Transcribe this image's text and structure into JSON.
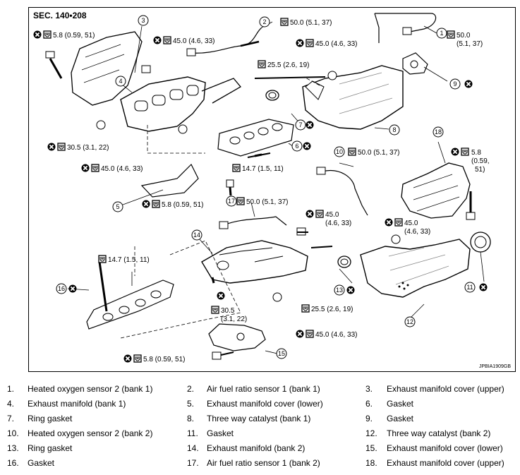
{
  "header": {
    "section": "SEC. 140•208"
  },
  "ref_code": "JPBIA1909GB",
  "torques": {
    "t1": "5.8 (0.59, 51)",
    "t2": "45.0 (4.6, 33)",
    "t3": "50.0 (5.1, 37)",
    "t4": "45.0 (4.6, 33)",
    "t5": "25.5 (2.6, 19)",
    "t6": "50.0",
    "t6b": "(5.1, 37)",
    "t7": "30.5 (3.1, 22)",
    "t8": "45.0 (4.6, 33)",
    "t9": "14.7 (1.5, 11)",
    "t10": "5.8 (0.59, 51)",
    "t11": "50.0 (5.1, 37)",
    "t12": "5.8",
    "t12b": "(0.59,",
    "t12c": "51)",
    "t13": "50.0 (5.1, 37)",
    "t14": "45.0",
    "t14b": "(4.6, 33)",
    "t15": "45.0",
    "t15b": "(4.6, 33)",
    "t16": "14.7 (1.5, 11)",
    "t17": "30.5",
    "t17b": "(3.1, 22)",
    "t18": "25.5 (2.6, 19)",
    "t19": "45.0 (4.6, 33)",
    "t20": "5.8 (0.59, 51)"
  },
  "callouts": [
    "1",
    "2",
    "3",
    "4",
    "5",
    "6",
    "7",
    "8",
    "9",
    "10",
    "11",
    "12",
    "13",
    "14",
    "15",
    "16",
    "17",
    "18"
  ],
  "legend": [
    {
      "no": "1.",
      "text": "Heated oxygen sensor 2 (bank 1)"
    },
    {
      "no": "2.",
      "text": "Air fuel ratio sensor 1 (bank 1)"
    },
    {
      "no": "3.",
      "text": "Exhaust manifold cover (upper)"
    },
    {
      "no": "4.",
      "text": "Exhaust manifold (bank 1)"
    },
    {
      "no": "5.",
      "text": "Exhaust manifold cover (lower)"
    },
    {
      "no": "6.",
      "text": "Gasket"
    },
    {
      "no": "7.",
      "text": "Ring gasket"
    },
    {
      "no": "8.",
      "text": "Three way catalyst (bank 1)"
    },
    {
      "no": "9.",
      "text": "Gasket"
    },
    {
      "no": "10.",
      "text": "Heated oxygen sensor 2 (bank 2)"
    },
    {
      "no": "11.",
      "text": "Gasket"
    },
    {
      "no": "12.",
      "text": "Three way catalyst (bank 2)"
    },
    {
      "no": "13.",
      "text": "Ring gasket"
    },
    {
      "no": "14.",
      "text": "Exhaust manifold (bank 2)"
    },
    {
      "no": "15.",
      "text": "Exhaust manifold cover (lower)"
    },
    {
      "no": "16.",
      "text": "Gasket"
    },
    {
      "no": "17.",
      "text": "Air fuel ratio sensor 1 (bank 2)"
    },
    {
      "no": "18.",
      "text": "Exhaust manifold cover (upper)"
    }
  ]
}
